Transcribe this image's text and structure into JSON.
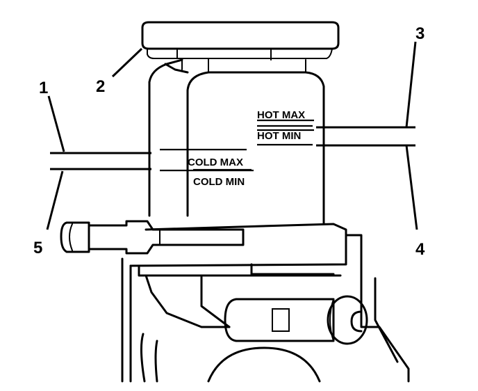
{
  "callouts": {
    "c1": "1",
    "c2": "2",
    "c3": "3",
    "c4": "4",
    "c5": "5"
  },
  "level_marks": {
    "hot_max": "HOT MAX",
    "hot_min": "HOT MIN",
    "cold_max": "COLD MAX",
    "cold_min": "COLD MIN"
  },
  "colors": {
    "line": "#000000",
    "background": "#ffffff"
  }
}
